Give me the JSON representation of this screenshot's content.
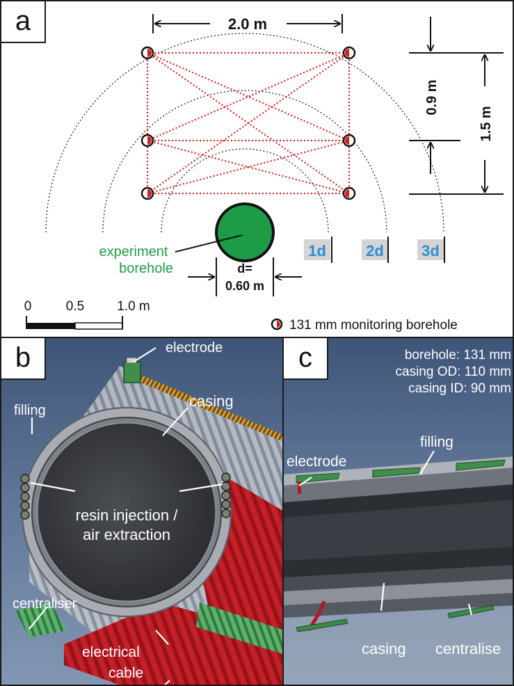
{
  "panels": {
    "a": {
      "tag": "a",
      "dim_width": "2.0 m",
      "dim_09": "0.9 m",
      "dim_15": "1.5 m",
      "radius_1d": "1d",
      "radius_2d": "2d",
      "radius_3d": "3d",
      "borehole_label_line1": "experiment",
      "borehole_label_line2": "borehole",
      "diameter_line1": "d=",
      "diameter_line2": "0.60 m",
      "scale_0": "0",
      "scale_05": "0.5",
      "scale_10": "1.0 m",
      "legend_text": "131 mm monitoring borehole"
    },
    "b": {
      "tag": "b",
      "electrode": "electrode",
      "casing": "casing",
      "filling": "filling",
      "resin_line1": "resin injection /",
      "resin_line2": "air extraction",
      "centraliser": "centraliser",
      "cable_line1": "electrical",
      "cable_line2": "cable"
    },
    "c": {
      "tag": "c",
      "spec_borehole": "borehole: 131 mm",
      "spec_od": "casing OD: 110 mm",
      "spec_id": "casing ID: 90 mm",
      "electrode": "electrode",
      "filling": "filling",
      "casing": "casing",
      "centraliser": "centralise"
    }
  },
  "colors": {
    "experiment_borehole": "#1e9b46",
    "label_green": "#1e9b46",
    "radius_blue": "#2b8ecf",
    "radius_bg": "#d4d4d4",
    "dotted_red": "#d42020",
    "cable_red": "#b31821",
    "centraliser_green": "#3a8a4a"
  }
}
